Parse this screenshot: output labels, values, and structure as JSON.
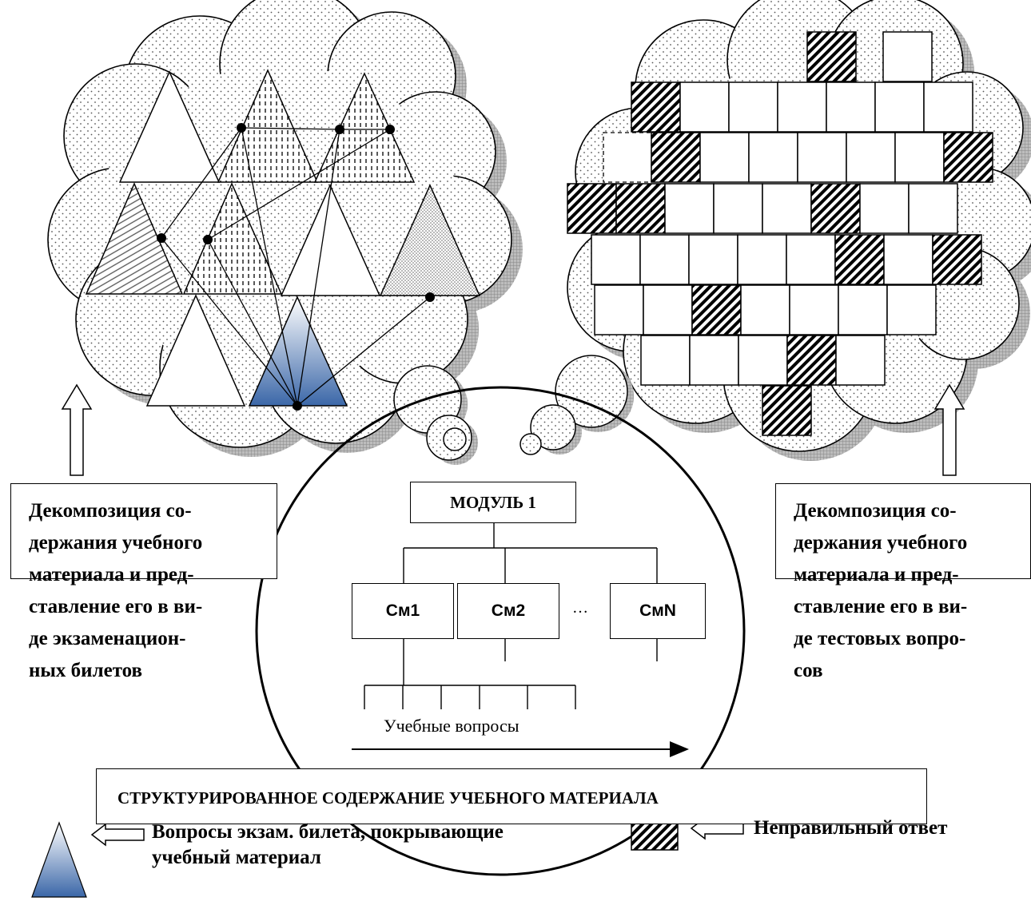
{
  "left_description": [
    "Декомпозиция со-",
    "держания учебного",
    "материала и пред-",
    "ставление его в ви-",
    "де экзаменацион-",
    "ных билетов"
  ],
  "right_description": [
    "Декомпозиция со-",
    "держания учебного",
    "материала и пред-",
    "ставление его в ви-",
    "де тестовых вопро-",
    "сов"
  ],
  "module": {
    "title": "МОДУЛЬ 1",
    "submodules": [
      "См1",
      "См2",
      "СмN"
    ],
    "ellipsis": "…",
    "questions_label": "Учебные вопросы"
  },
  "bottom_title": "СТРУКТУРИРОВАННОЕ СОДЕРЖАНИЕ УЧЕБНОГО МАТЕРИАЛА",
  "legend": {
    "exam_questions": "Вопросы экзам. билета, покрывающие учебный материал",
    "exam_questions_lines": [
      "Вопросы экзам. билета, покрывающие",
      "учебный материал"
    ],
    "wrong_answer": "Неправильный ответ"
  },
  "colors": {
    "highlight_triangle": "#3b67a8",
    "highlight_triangle_light": "#ffffff",
    "cloud_shadow": "#9a9a9a",
    "cloud_dots": "#555555"
  }
}
